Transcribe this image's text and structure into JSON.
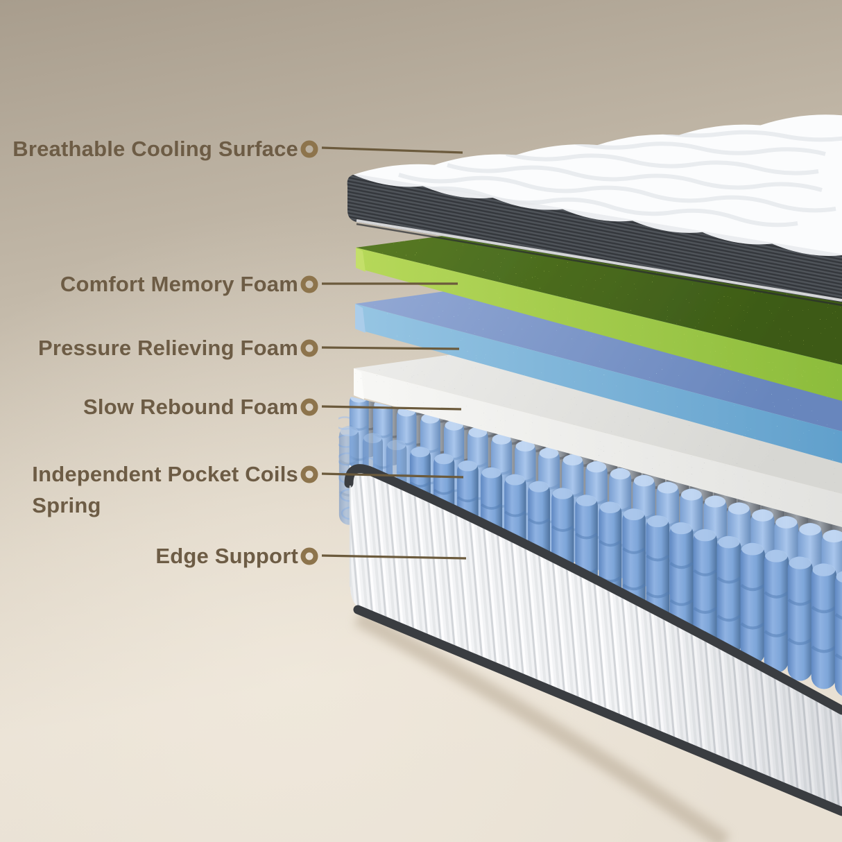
{
  "diagram": {
    "type": "mattress-exploded-layers",
    "labels": [
      {
        "text": "Breathable Cooling Surface"
      },
      {
        "text": "Comfort Memory Foam"
      },
      {
        "text": "Pressure Relieving Foam"
      },
      {
        "text": "Slow Rebound Foam"
      },
      {
        "text": "Independent Pocket Coils\nSpring"
      },
      {
        "text": "Edge Support"
      }
    ],
    "marker_shape": "ring",
    "colors": {
      "label_text": "#6d5c45",
      "marker_ring": "#8d744c",
      "leader_line": "#6b5a3c",
      "background_top": "#a89d8d",
      "background_bottom": "#eae2d5",
      "quilt_white": "#fbfcfd",
      "side_band_dark": "#43474c",
      "memory_foam_green_top": "#4c6d20",
      "memory_foam_green_front": "#a6cd4f",
      "pressure_foam_blue_top": "#809bca",
      "pressure_foam_blue_front": "#7fb5da",
      "rebound_foam_gray": "#ededeb",
      "coil_blue": "#7ba3d8",
      "coil_gray": "#868c93",
      "base_white": "#f2f3f5",
      "trim_dark": "#3a3d41"
    }
  }
}
